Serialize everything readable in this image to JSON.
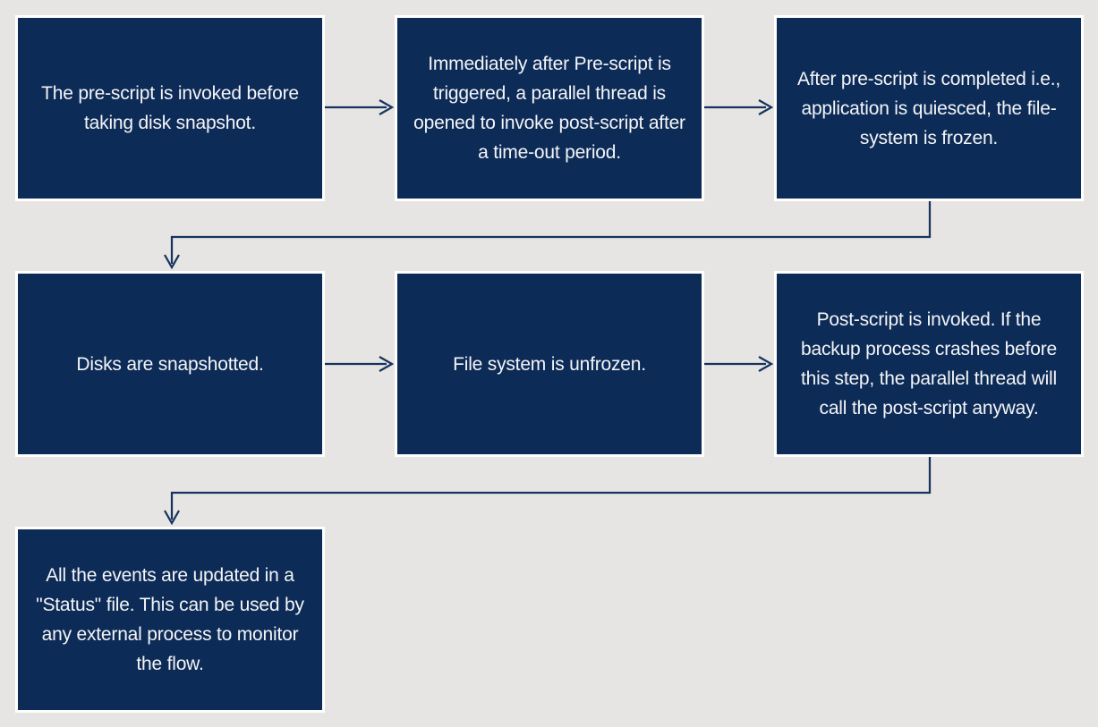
{
  "diagram": {
    "type": "flowchart",
    "colors": {
      "background": "#e6e5e3",
      "box-fill": "#0d2b57",
      "box-border": "#ffffff",
      "connector": "#17335e",
      "text": "#f4f5f7"
    },
    "steps": [
      {
        "id": "step-1",
        "text": "The pre-script is invoked before taking disk snapshot."
      },
      {
        "id": "step-2",
        "text": "Immediately after Pre-script is triggered, a parallel thread is opened to invoke post-script after a time-out period."
      },
      {
        "id": "step-3",
        "text": "After pre-script is completed i.e., application is quiesced, the file-system is frozen."
      },
      {
        "id": "step-4",
        "text": "Disks are snapshotted."
      },
      {
        "id": "step-5",
        "text": "File system is unfrozen."
      },
      {
        "id": "step-6",
        "text": "Post-script is invoked. If the backup process crashes before this step, the parallel thread will call the post-script anyway."
      },
      {
        "id": "step-7",
        "text": "All the events are updated in a \"Status\" file. This can be used by any external process to monitor the flow."
      }
    ],
    "connections": [
      {
        "from": "step-1",
        "to": "step-2",
        "style": "straight-right"
      },
      {
        "from": "step-2",
        "to": "step-3",
        "style": "straight-right"
      },
      {
        "from": "step-3",
        "to": "step-4",
        "style": "elbow-down-left-down"
      },
      {
        "from": "step-4",
        "to": "step-5",
        "style": "straight-right"
      },
      {
        "from": "step-5",
        "to": "step-6",
        "style": "straight-right"
      },
      {
        "from": "step-6",
        "to": "step-7",
        "style": "elbow-down-left-down"
      }
    ]
  }
}
